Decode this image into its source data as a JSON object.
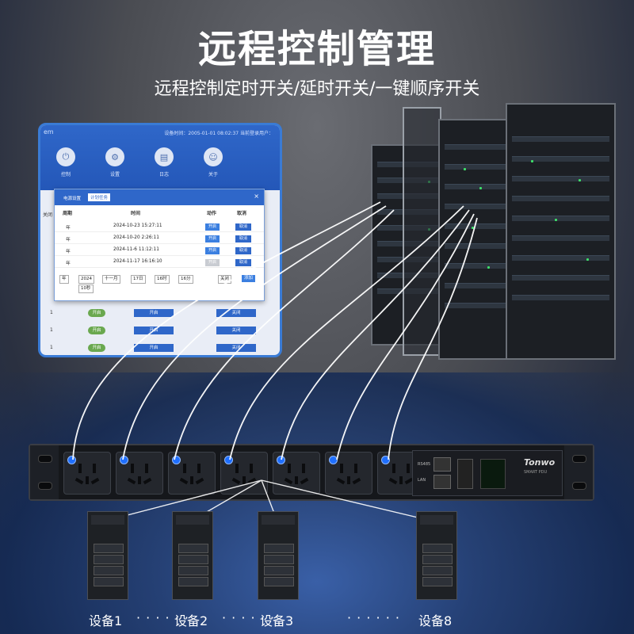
{
  "title": "远程控制管理",
  "subtitle": "远程控制定时开关/延时开关/一键顺序开关",
  "software": {
    "logo": "em",
    "info": "设备时间：2005-01-01 08:02:37   当前登录用户：",
    "nav": [
      {
        "label": "控制",
        "icon": "power-icon"
      },
      {
        "label": "设置",
        "icon": "gear-icon"
      },
      {
        "label": "日志",
        "icon": "chart-icon"
      },
      {
        "label": "关于",
        "icon": "user-icon"
      }
    ],
    "side_label": "关闭",
    "background_rows": [
      {
        "num": "1",
        "on": "开启",
        "b1": "开启",
        "b2": "关闭"
      },
      {
        "num": "1",
        "on": "开启",
        "b1": "开启",
        "b2": "关闭"
      },
      {
        "num": "1",
        "on": "开启",
        "b1": "开启",
        "b2": "关闭"
      }
    ],
    "dialog": {
      "tabs": [
        "电源设置",
        "计划任务"
      ],
      "close": "×",
      "columns": [
        "周期",
        "时间",
        "动作",
        "取消"
      ],
      "rows": [
        {
          "period": "年",
          "time": "2024-10-23 15:27:11",
          "action": "开启",
          "cancel": "取消",
          "active": true
        },
        {
          "period": "年",
          "time": "2024-10-20 2:26:11",
          "action": "开启",
          "cancel": "取消",
          "active": true
        },
        {
          "period": "年",
          "time": "2024-11-6 11:12:11",
          "action": "开启",
          "cancel": "取消",
          "active": true
        },
        {
          "period": "年",
          "time": "2024-11-17 16:16:10",
          "action": "开启",
          "cancel": "取消",
          "active": false
        }
      ],
      "selects": [
        "年",
        "2024",
        "十一月",
        "17日",
        "16时",
        "16分",
        "10秒"
      ],
      "action_select": "关闭",
      "add_button": "添加"
    }
  },
  "devices": [
    "设备1",
    "设备2",
    "设备3",
    "设备8"
  ],
  "dots": "· · · · · ·",
  "pdu": {
    "brand": "Tonwo",
    "brand_sub": "SMART PDU",
    "port_labels": [
      "RS485",
      "LAN"
    ],
    "socket_count": 7
  }
}
